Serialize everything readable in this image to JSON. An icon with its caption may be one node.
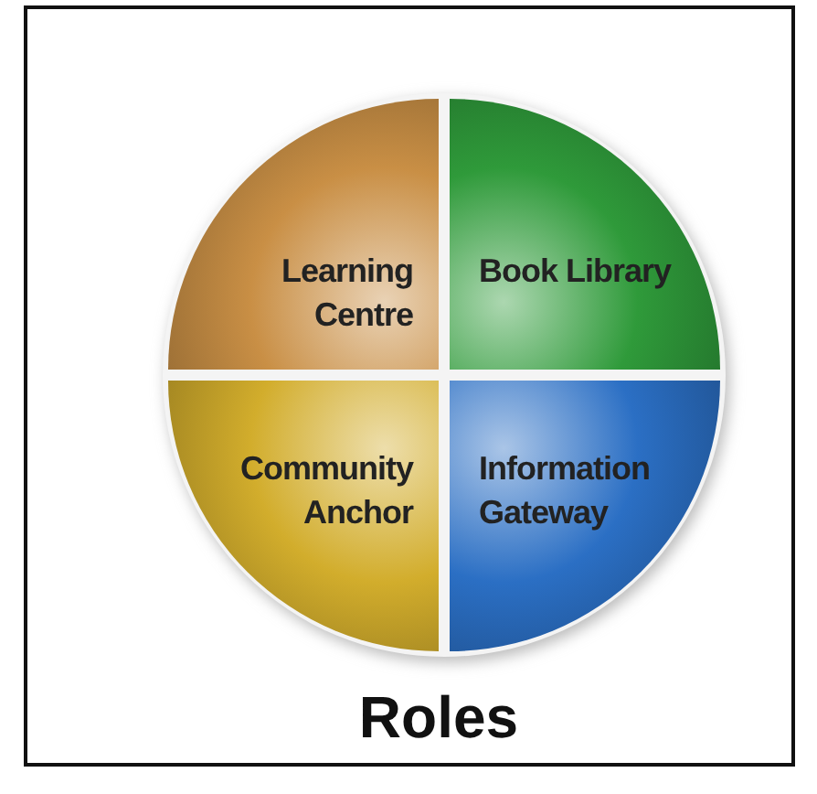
{
  "diagram": {
    "title": "Roles",
    "nodes": [
      {
        "text": [
          "Learning Centre"
        ]
      },
      {
        "text": [
          "Book Library"
        ]
      },
      {
        "text": [
          "Community Anchor"
        ]
      },
      {
        "text": [
          "Information Gateway"
        ]
      }
    ]
  }
}
